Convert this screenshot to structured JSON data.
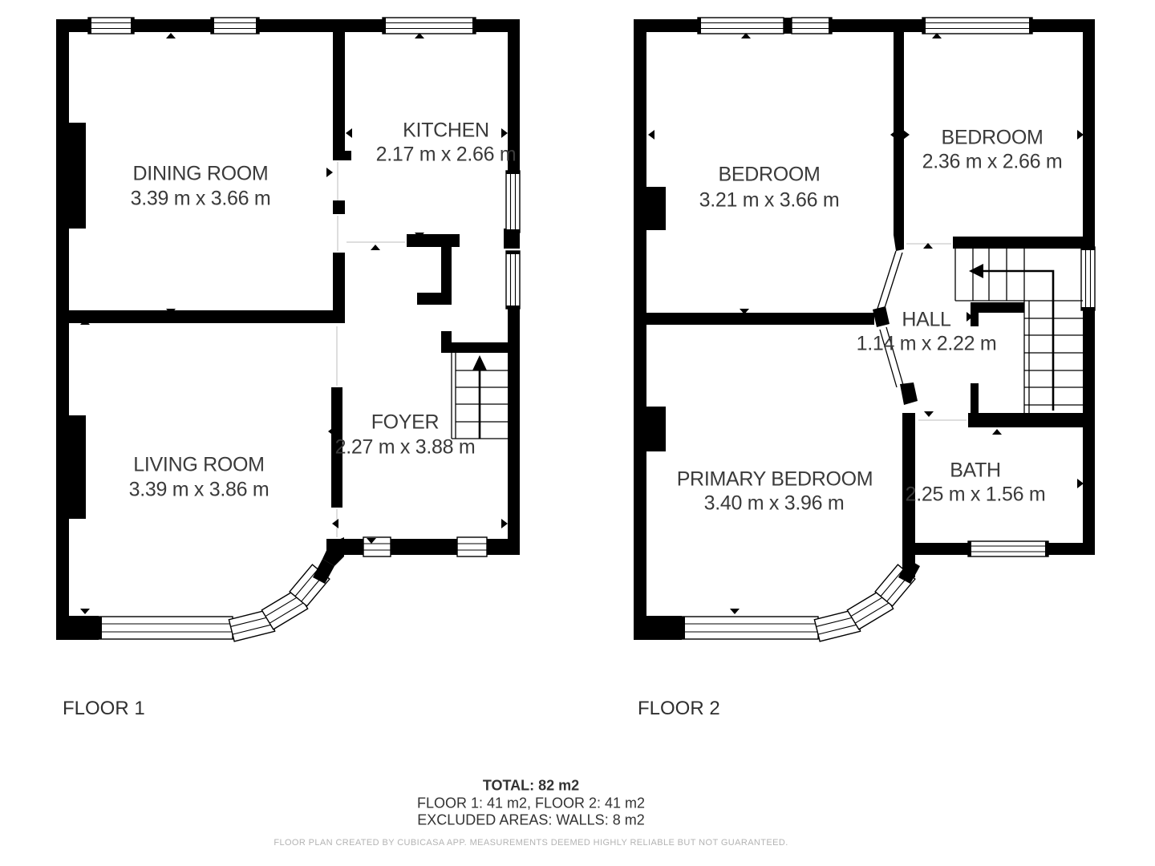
{
  "floors": [
    {
      "label": "FLOOR 1",
      "rooms": [
        {
          "name": "DINING ROOM",
          "dims": "3.39 m x 3.66 m"
        },
        {
          "name": "KITCHEN",
          "dims": "2.17 m x 2.66 m"
        },
        {
          "name": "LIVING ROOM",
          "dims": "3.39 m x 3.86 m"
        },
        {
          "name": "FOYER",
          "dims": "2.27 m x 3.88 m"
        }
      ]
    },
    {
      "label": "FLOOR 2",
      "rooms": [
        {
          "name": "BEDROOM",
          "dims": "3.21 m x 3.66 m"
        },
        {
          "name": "BEDROOM",
          "dims": "2.36 m x 2.66 m"
        },
        {
          "name": "HALL",
          "dims": "1.14 m x 2.22 m"
        },
        {
          "name": "PRIMARY BEDROOM",
          "dims": "3.40 m x 3.96 m"
        },
        {
          "name": "BATH",
          "dims": "2.25 m x 1.56 m"
        }
      ]
    }
  ],
  "summary": {
    "total": "TOTAL: 82 m2",
    "floors_line": "FLOOR 1: 41 m2, FLOOR 2: 41 m2",
    "excluded": "EXCLUDED AREAS: WALLS: 8 m2",
    "disclaimer": "FLOOR PLAN CREATED BY CUBICASA APP. MEASUREMENTS DEEMED HIGHLY RELIABLE BUT NOT GUARANTEED."
  },
  "colors": {
    "wall": "#000000",
    "text": "#3a3a3a",
    "muted": "#b3b3b3"
  }
}
